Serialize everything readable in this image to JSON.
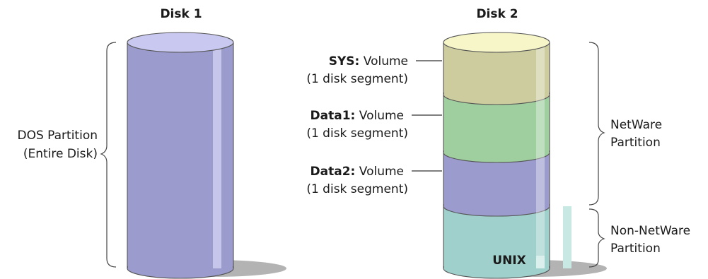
{
  "disk1": {
    "title": "Disk 1",
    "partition_label_line1": "DOS Partition",
    "partition_label_line2": "(Entire Disk)",
    "color": "#9b9bcd",
    "top_color": "#c8c8f0"
  },
  "disk2": {
    "title": "Disk 2",
    "volumes": [
      {
        "name": "SYS:",
        "suffix": " Volume",
        "note": "(1 disk segment)",
        "color": "#cccc9e"
      },
      {
        "name": "Data1:",
        "suffix": " Volume",
        "note": "(1 disk segment)",
        "color": "#9fce9f"
      },
      {
        "name": "Data2:",
        "suffix": " Volume",
        "note": "(1 disk segment)",
        "color": "#9b9bcd"
      }
    ],
    "unix_segment": {
      "label": "UNIX",
      "color": "#9fd0cc"
    },
    "top_color": "#f6f6c8",
    "netware_label_line1": "NetWare",
    "netware_label_line2": "Partition",
    "nonnetware_label_line1": "Non-NetWare",
    "nonnetware_label_line2": "Partition"
  }
}
